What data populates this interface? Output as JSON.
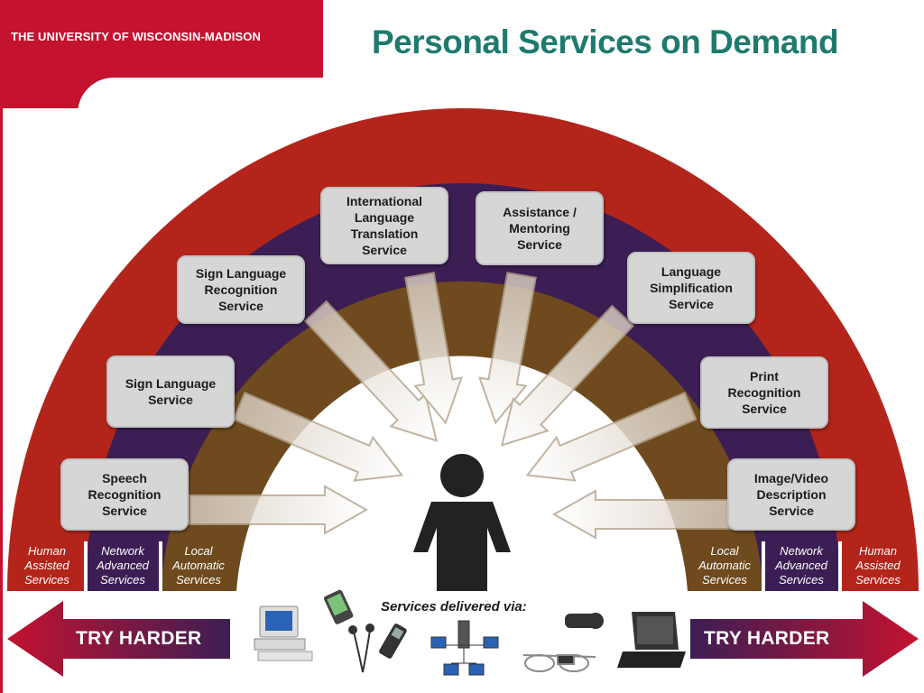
{
  "header": {
    "university": "THE UNIVERSITY OF WISCONSIN-MADISON",
    "title": "Personal Services on Demand"
  },
  "services": [
    {
      "label": "Speech\nRecognition\nService"
    },
    {
      "label": "Sign Language\nService"
    },
    {
      "label": "Sign Language\nRecognition\nService"
    },
    {
      "label": "International\nLanguage\nTranslation\nService"
    },
    {
      "label": "Assistance /\nMentoring\nService"
    },
    {
      "label": "Language\nSimplification\nService"
    },
    {
      "label": "Print\nRecognition\nService"
    },
    {
      "label": "Image/Video\nDescription\nService"
    }
  ],
  "tiers": {
    "left": [
      "Human\nAssisted\nServices",
      "Network\nAdvanced\nServices",
      "Local\nAutomatic\nServices"
    ],
    "right": [
      "Local\nAutomatic\nServices",
      "Network\nAdvanced\nServices",
      "Human\nAssisted\nServices"
    ]
  },
  "footer": {
    "try_left": "TRY HARDER",
    "try_right": "TRY HARDER",
    "delivered_via": "Services delivered via:",
    "devices": [
      "desktop-computer",
      "pda",
      "earphones",
      "mobile-phone",
      "network",
      "camera",
      "smart-glasses",
      "laptop"
    ]
  },
  "colors": {
    "brand_red": "#c4122f",
    "outer_band": "#b3251b",
    "middle_band": "#3c1e54",
    "inner_band": "#6e4a1e",
    "title_teal": "#1f7a6e"
  }
}
